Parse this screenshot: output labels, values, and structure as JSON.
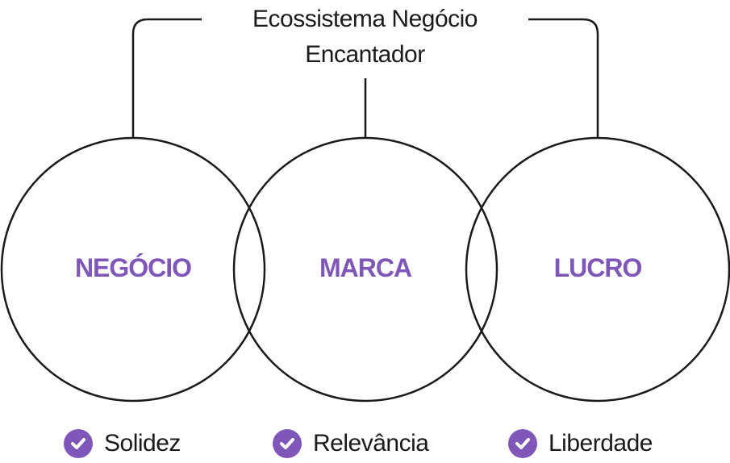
{
  "title": {
    "line1": "Ecossistema Negócio",
    "line2": "Encantador"
  },
  "circles": [
    {
      "label": "NEGÓCIO"
    },
    {
      "label": "MARCA"
    },
    {
      "label": "LUCRO"
    }
  ],
  "benefits": [
    {
      "label": "Solidez",
      "icon": "check-circle-icon"
    },
    {
      "label": "Relevância",
      "icon": "check-circle-icon"
    },
    {
      "label": "Liberdade",
      "icon": "check-circle-icon"
    }
  ],
  "colors": {
    "accent": "#7E57B8",
    "line": "#1a1a1a"
  }
}
